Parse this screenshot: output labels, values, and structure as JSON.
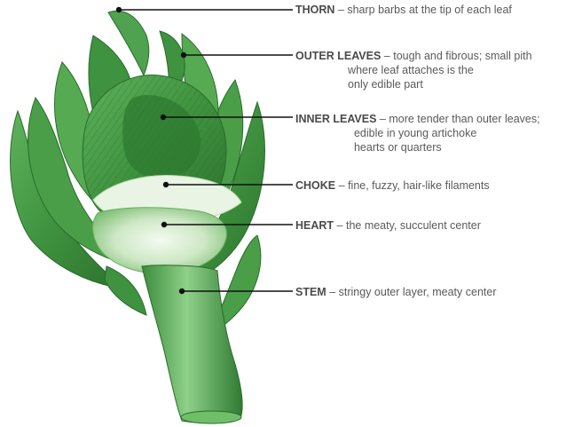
{
  "labels": [
    {
      "id": "thorn",
      "term": "THORN",
      "description": "sharp barbs at the tip of each leaf"
    },
    {
      "id": "outer",
      "term": "OUTER LEAVES",
      "description": "tough and fibrous; small pith\n                 where leaf attaches is the\n                 only edible part"
    },
    {
      "id": "inner",
      "term": "INNER LEAVES",
      "description": "more tender than outer leaves;\n                   edible in young artichoke\n                   hearts or quarters"
    },
    {
      "id": "choke",
      "term": "CHOKE",
      "description": "fine, fuzzy, hair-like filaments"
    },
    {
      "id": "heart",
      "term": "HEART",
      "description": "the meaty, succulent center"
    },
    {
      "id": "stem",
      "term": "STEM",
      "description": "stringy outer layer, meaty center"
    }
  ],
  "separator": " – ",
  "colors": {
    "leaf_dark": "#2f7a32",
    "leaf_mid": "#4fa24f",
    "leaf_light": "#8fcf86",
    "choke": "#e9f4e4",
    "leader_line": "#111111",
    "text": "#5a5a5a"
  }
}
